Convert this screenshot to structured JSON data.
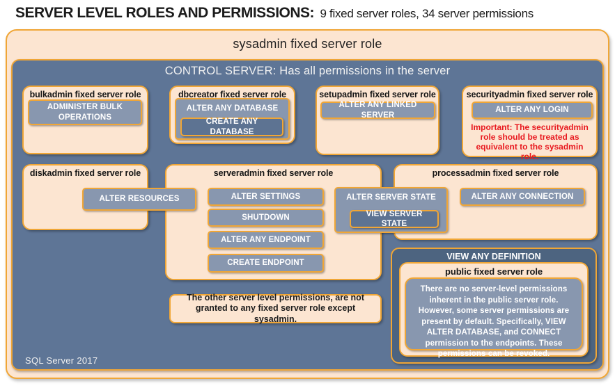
{
  "page": {
    "title_bold": "SERVER LEVEL ROLES AND PERMISSIONS:",
    "title_rest": "9 fixed server roles, 34 server permissions"
  },
  "sysadmin": {
    "title": "sysadmin fixed server role"
  },
  "control_server": {
    "title": "CONTROL SERVER: Has all permissions in the server",
    "footer": "SQL Server 2017"
  },
  "roles": {
    "bulkadmin": {
      "title": "bulkadmin fixed server role",
      "permissions": [
        "ADMINISTER BULK OPERATIONS"
      ]
    },
    "dbcreator": {
      "title": "dbcreator fixed server role",
      "outer_permission": "ALTER ANY DATABASE",
      "inner_permission": "CREATE ANY DATABASE"
    },
    "setupadmin": {
      "title": "setupadmin fixed server role",
      "permissions": [
        "ALTER ANY LINKED SERVER"
      ]
    },
    "securityadmin": {
      "title": "securityadmin fixed server role",
      "permissions": [
        "ALTER ANY LOGIN"
      ],
      "warning": "Important: The securityadmin role should be treated as equivalent to the sysadmin role."
    },
    "diskadmin": {
      "title": "diskadmin fixed server role",
      "permissions": [
        "ALTER RESOURCES"
      ]
    },
    "serveradmin": {
      "title": "serveradmin fixed server role",
      "permissions": [
        "ALTER SETTINGS",
        "SHUTDOWN",
        "ALTER ANY ENDPOINT",
        "CREATE ENDPOINT"
      ],
      "outer_permission": "ALTER SERVER STATE",
      "inner_permission": "VIEW SERVER STATE"
    },
    "processadmin": {
      "title": "processadmin fixed server role",
      "permissions": [
        "ALTER ANY CONNECTION"
      ]
    },
    "public": {
      "container_permission": "VIEW ANY DEFINITION",
      "title": "public fixed server role",
      "description": "There are no server-level permissions inherent in the public server role. However, some server permissions are present by default. Specifically, VIEW ALTER DATABASE, and CONNECT permission to the endpoints. These permissions can be revoked."
    }
  },
  "note": {
    "text": "The other server level permissions, are not granted to any fixed server role except sysadmin."
  },
  "colors": {
    "peach": "#fce5d1",
    "orange-border": "#f0a636",
    "slate": "#5e7596",
    "slate-dark": "#4d6480",
    "perm-gray": "#8897af",
    "perm-dark": "#5d7392",
    "warning-red": "#e8191f",
    "text-dark": "#1b1b1b",
    "text-light": "#ffffff"
  }
}
